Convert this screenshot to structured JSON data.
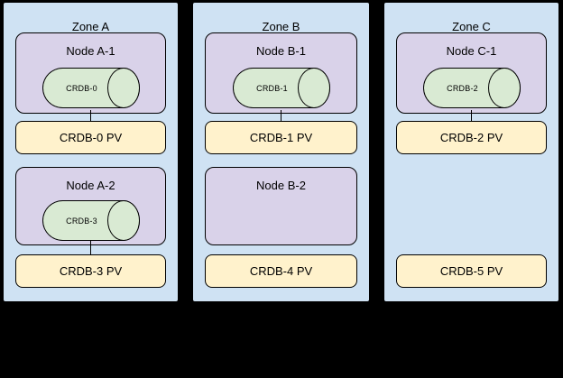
{
  "colors": {
    "canvas_background": "#000000",
    "zone_fill": "#cfe2f3",
    "node_fill": "#d9d2e9",
    "pod_fill": "#d9ead3",
    "pv_fill": "#fff2cc",
    "stroke": "#000000"
  },
  "zones": [
    {
      "label": "Zone A",
      "nodes": [
        {
          "label": "Node A-1",
          "pod_label": "CRDB-0"
        },
        {
          "label": "Node A-2",
          "pod_label": "CRDB-3"
        }
      ],
      "pvs": [
        {
          "label": "CRDB-0 PV"
        },
        {
          "label": "CRDB-3 PV"
        }
      ]
    },
    {
      "label": "Zone B",
      "nodes": [
        {
          "label": "Node B-1",
          "pod_label": "CRDB-1"
        },
        {
          "label": "Node B-2"
        }
      ],
      "pvs": [
        {
          "label": "CRDB-1 PV"
        },
        {
          "label": "CRDB-4 PV"
        }
      ]
    },
    {
      "label": "Zone C",
      "nodes": [
        {
          "label": "Node C-1",
          "pod_label": "CRDB-2"
        }
      ],
      "pvs": [
        {
          "label": "CRDB-2 PV"
        },
        {
          "label": "CRDB-5 PV"
        }
      ]
    }
  ]
}
